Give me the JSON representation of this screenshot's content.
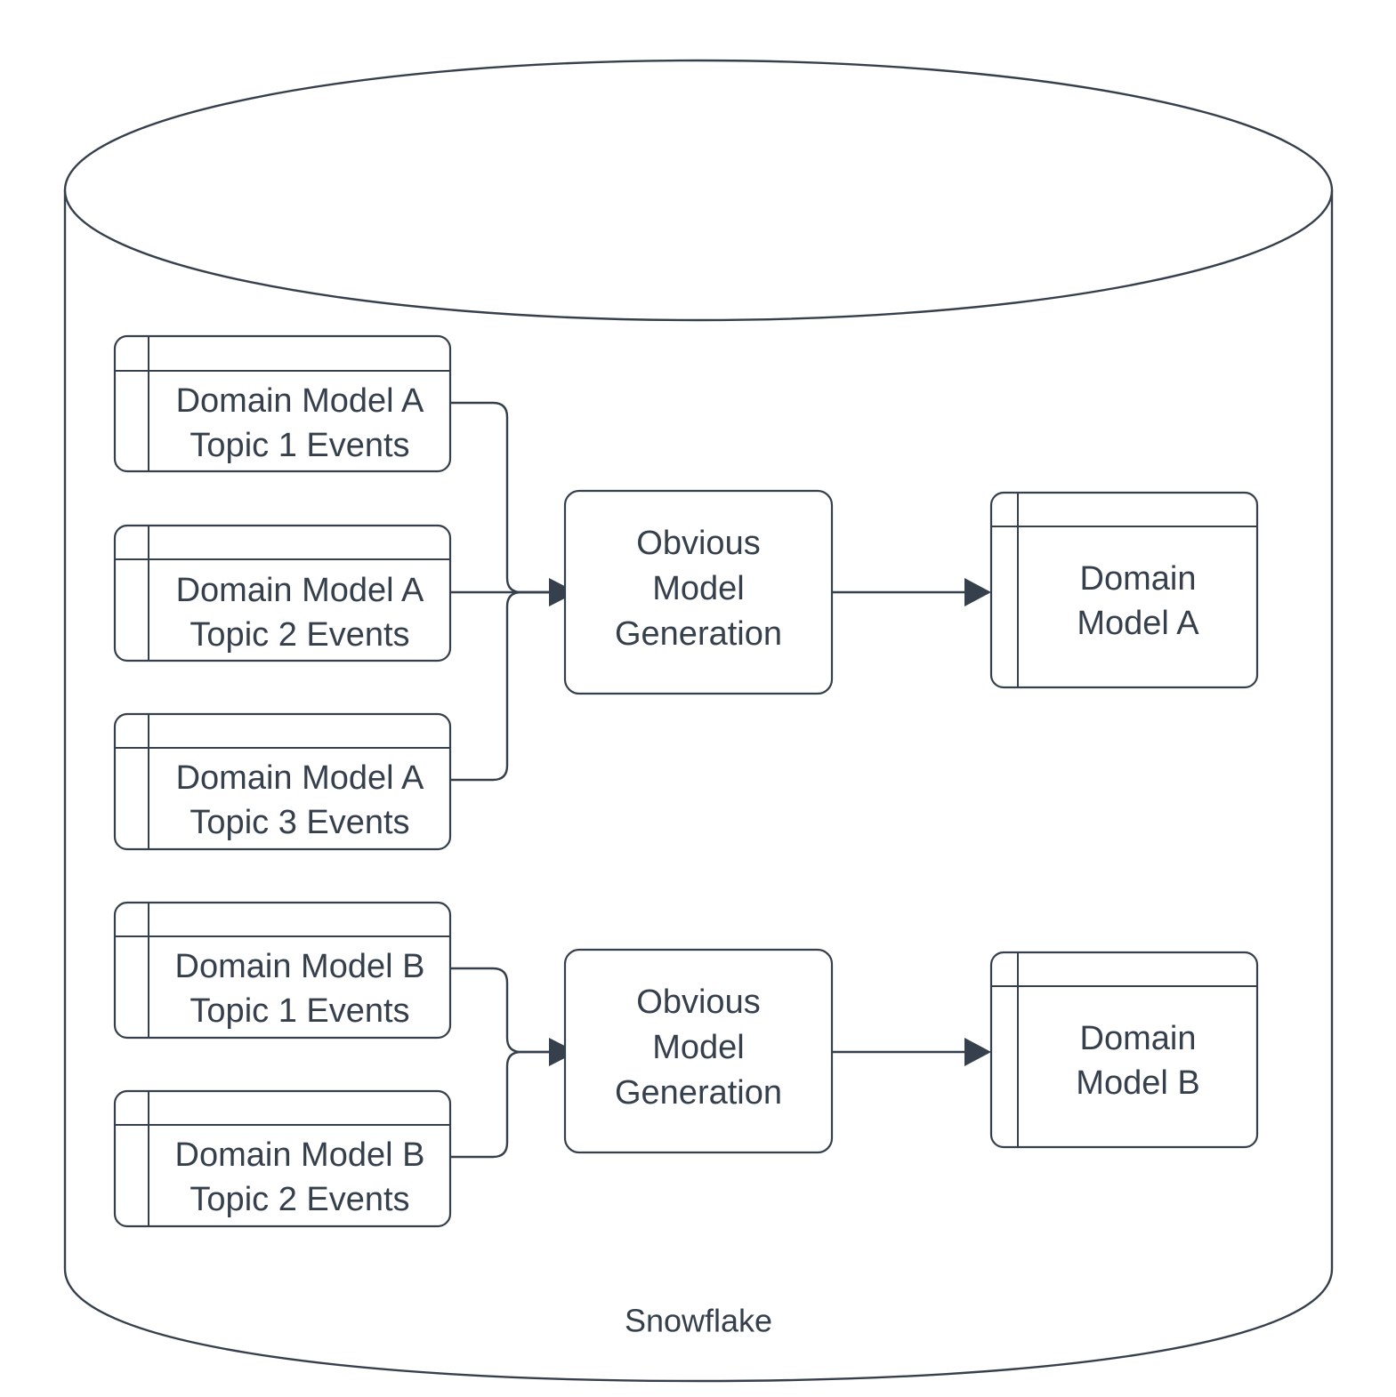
{
  "diagram": {
    "title": "Snowflake",
    "container": {
      "name": "Snowflake",
      "shape": "cylinder",
      "label": "Snowflake"
    },
    "colors": {
      "stroke": "#36404d",
      "fill": "#ffffff",
      "text": "#36404d",
      "background": "#ffffff"
    },
    "sources": [
      {
        "id": "source-a-topic-1",
        "shape": "table",
        "line1": "Domain Model A",
        "line2": "Topic 1 Events"
      },
      {
        "id": "source-a-topic-2",
        "shape": "table",
        "line1": "Domain Model A",
        "line2": "Topic 2 Events"
      },
      {
        "id": "source-a-topic-3",
        "shape": "table",
        "line1": "Domain Model A",
        "line2": "Topic 3 Events"
      },
      {
        "id": "source-b-topic-1",
        "shape": "table",
        "line1": "Domain Model B",
        "line2": "Topic 1 Events"
      },
      {
        "id": "source-b-topic-2",
        "shape": "table",
        "line1": "Domain Model B",
        "line2": "Topic 2 Events"
      }
    ],
    "processes": [
      {
        "id": "process-a",
        "shape": "rounded-rect",
        "line1": "Obvious",
        "line2": "Model",
        "line3": "Generation"
      },
      {
        "id": "process-b",
        "shape": "rounded-rect",
        "line1": "Obvious",
        "line2": "Model",
        "line3": "Generation"
      }
    ],
    "outputs": [
      {
        "id": "output-a",
        "shape": "table",
        "line1": "Domain",
        "line2": "Model A"
      },
      {
        "id": "output-b",
        "shape": "table",
        "line1": "Domain",
        "line2": "Model B"
      }
    ],
    "edges": [
      {
        "id": "edge-a1-to-process-a",
        "from": "source-a-topic-1",
        "to": "process-a"
      },
      {
        "id": "edge-a2-to-process-a",
        "from": "source-a-topic-2",
        "to": "process-a"
      },
      {
        "id": "edge-a3-to-process-a",
        "from": "source-a-topic-3",
        "to": "process-a"
      },
      {
        "id": "edge-process-a-to-output-a",
        "from": "process-a",
        "to": "output-a"
      },
      {
        "id": "edge-b1-to-process-b",
        "from": "source-b-topic-1",
        "to": "process-b"
      },
      {
        "id": "edge-b2-to-process-b",
        "from": "source-b-topic-2",
        "to": "process-b"
      },
      {
        "id": "edge-process-b-to-output-b",
        "from": "process-b",
        "to": "output-b"
      }
    ]
  }
}
